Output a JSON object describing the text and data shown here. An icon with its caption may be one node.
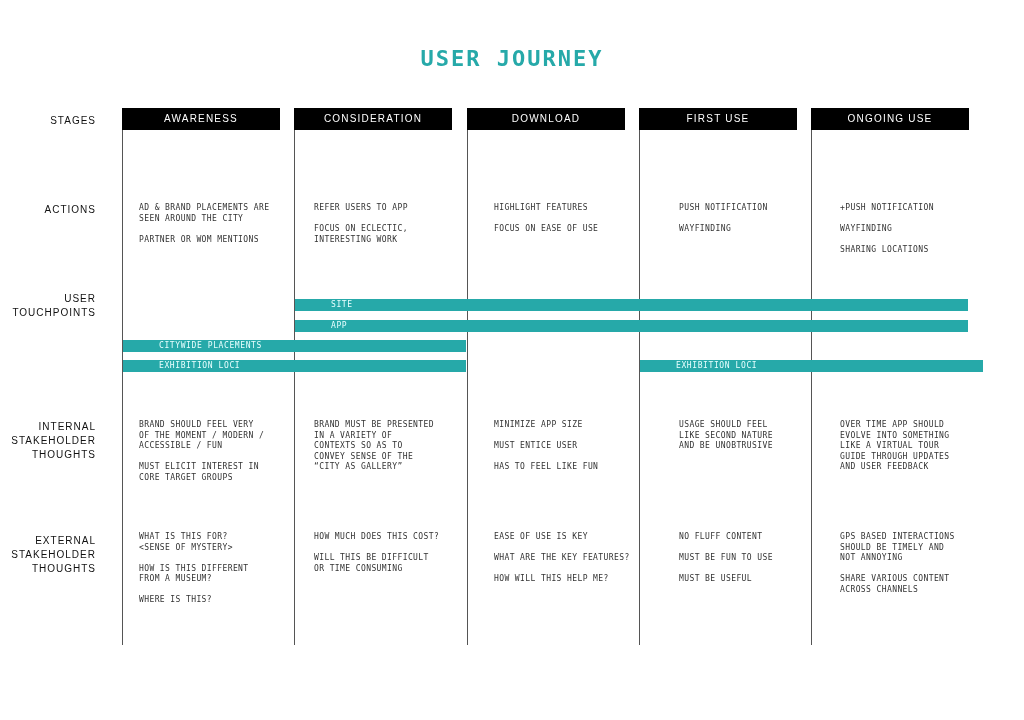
{
  "diagram": {
    "title": "USER JOURNEY",
    "nodes": [
      {
        "text": [
          "AWARENESS"
        ]
      },
      {
        "text": [
          "CONSIDERATION"
        ]
      },
      {
        "text": [
          "DOWNLOAD"
        ]
      },
      {
        "text": [
          "FIRST USE"
        ]
      },
      {
        "text": [
          "ONGOING USE"
        ]
      },
      {
        "text": [
          "SITE"
        ]
      },
      {
        "text": [
          "APP"
        ]
      },
      {
        "text": [
          "CITYWIDE PLACEMENTS"
        ]
      },
      {
        "text": [
          "EXHIBITION LOCI"
        ]
      },
      {
        "text": [
          "EXHIBITION LOCI"
        ]
      }
    ],
    "labels": [
      "STAGES",
      "ACTIONS",
      "AD & BRAND PLACEMENTS ARE SEEN AROUND THE CITY",
      "PARTNER OR WOM MENTIONS",
      "REFER USERS TO APP",
      "FOCUS ON ECLECTIC, INTERESTING WORK",
      "HIGHLIGHT FEATURES",
      "FOCUS ON EASE OF USE",
      "PUSH NOTIFICATION",
      "WAYFINDING",
      "+PUSH NOTIFICATION",
      "WAYFINDING",
      "SHARING LOCATIONS",
      "USER TOUCHPOINTS",
      "INTERNAL STAKEHOLDER THOUGHTS",
      "BRAND SHOULD FEEL VERY OF THE MOMENT / MODERN / ACCESSIBLE / FUN",
      "MUST ELICIT INTEREST IN CORE TARGET GROUPS",
      "BRAND MUST BE PRESENTED IN A VARIETY OF CONTEXTS SO AS TO CONVEY SENSE OF THE “CITY AS GALLERY”",
      "MINIMIZE APP SIZE",
      "MUST ENTICE USER",
      "HAS TO FEEL LIKE FUN",
      "USAGE SHOULD FEEL LIKE SECOND NATURE AND BE UNOBTRUSIVE",
      "OVER TIME APP SHOULD EVOLVE INTO SOMETHING LIKE A VIRTUAL TOUR GUIDE THROUGH UPDATES AND USER FEEDBACK",
      "EXTERNAL STAKEHOLDER THOUGHTS",
      "WHAT IS THIS FOR? <SENSE OF MYSTERY>",
      "HOW IS THIS DIFFERENT FROM A MUSEUM?",
      "WHERE IS THIS?",
      "HOW MUCH DOES THIS COST?",
      "WILL THIS BE DIFFICULT OR TIME CONSUMING",
      "EASE OF USE IS KEY",
      "WHAT ARE THE KEY FEATURES?",
      "HOW WILL THIS HELP ME?",
      "NO FLUFF CONTENT",
      "MUST BE FUN TO USE",
      "MUST BE USEFUL",
      "GPS BASED INTERACTIONS SHOULD BE TIMELY AND NOT ANNOYING",
      "SHARE VARIOUS CONTENT ACROSS CHANNELS"
    ]
  }
}
